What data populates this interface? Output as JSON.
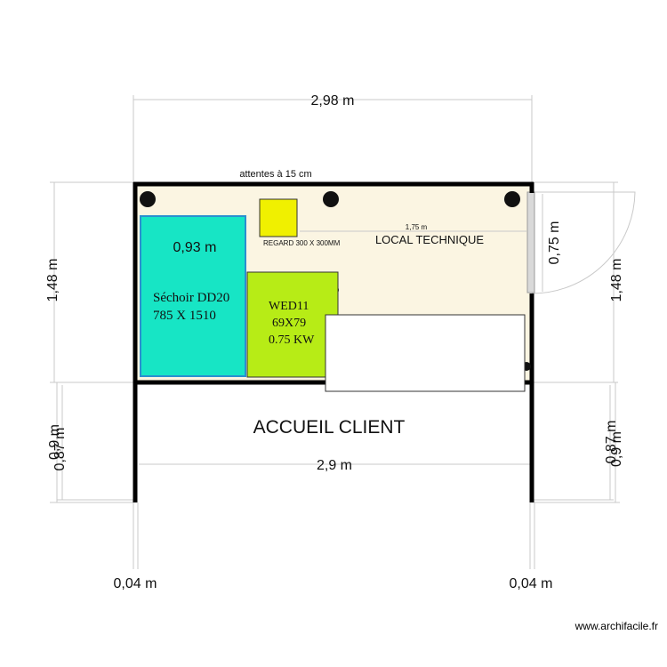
{
  "colors": {
    "room_floor": "#fbf5e2",
    "wall": "#000000",
    "dimension_line": "#c9c9c9",
    "sechoir_fill": "#17e5c5",
    "sechoir_stroke": "#2a8fd0",
    "wed_fill": "#b7ec16",
    "regard_fill": "#f0f000",
    "door_fill": "#d9d9d9",
    "watermark": "#000000"
  },
  "dimensions": {
    "total_width": "2,98 m",
    "left_height": "1,48 m",
    "right_height": "1,48 m",
    "door_width": "0,75 m",
    "inner_width": "0,93 m",
    "small_span": "1,75 m",
    "lower_width": "2,9 m",
    "left_low_a": "0,9 m",
    "left_low_b": "0,87 m",
    "right_low_a": "0,87 m",
    "right_low_b": "0,9 m",
    "bottom_left": "0,04 m",
    "bottom_right": "0,04 m"
  },
  "labels": {
    "attentes": "attentes à 15 cm",
    "regard": "REGARD 300 X 300MM",
    "local_technique": "LOCAL TECHNIQUE",
    "accueil_client": "ACCUEIL CLIENT",
    "watermark": "www.archifacile.fr"
  },
  "equipment": {
    "sechoir": {
      "line1": "Séchoir DD20",
      "line2": "785 X 1510"
    },
    "wed": {
      "line1": "WED11",
      "line2": "69X79",
      "line3": "0.75 KW"
    }
  },
  "icons": {
    "outlet": "circle-outlet-icon"
  }
}
